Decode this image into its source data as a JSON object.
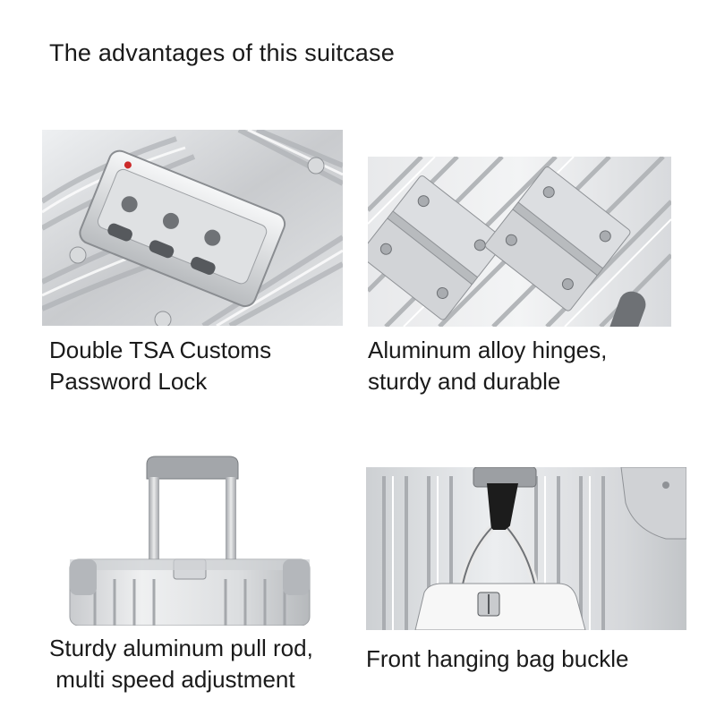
{
  "title": "The advantages of this suitcase",
  "features": [
    {
      "caption_line1": "Double TSA Customs",
      "caption_line2": "Password Lock"
    },
    {
      "caption_line1": "Aluminum alloy hinges,",
      "caption_line2": "sturdy and durable"
    },
    {
      "caption_line1": "Sturdy aluminum pull rod,",
      "caption_line2": " multi speed adjustment"
    },
    {
      "caption_line1": "Front hanging bag buckle"
    }
  ],
  "colors": {
    "aluminum_light": "#e6e7e9",
    "aluminum_mid": "#c5c7ca",
    "aluminum_dark": "#9a9da1",
    "strap": "#1c1c1c"
  }
}
